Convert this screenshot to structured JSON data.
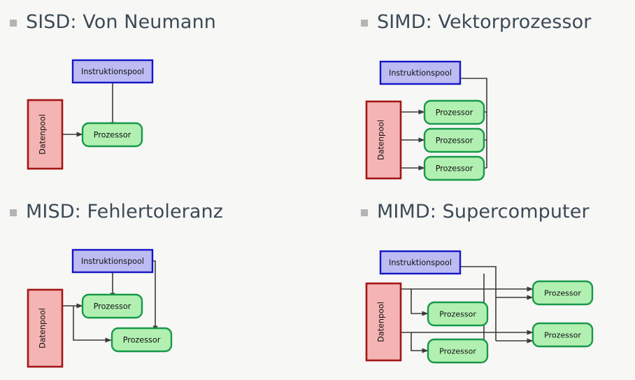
{
  "slide": {
    "background_color": "#f7f7f5",
    "bullet_color": "#b4b4b4",
    "heading_color": "#3c4a57"
  },
  "palette": {
    "instruction_fill": "#bcbcf2",
    "instruction_stroke": "#1515c8",
    "processor_fill": "#b2f0b2",
    "processor_stroke": "#17994a",
    "data_fill": "#f5b4b4",
    "data_stroke": "#a51515",
    "arrow_color": "#3a3a3a"
  },
  "labels": {
    "instruction_pool": "Instruktionspool",
    "processor": "Prozessor",
    "data_pool": "Datenpool"
  },
  "quadrants": [
    {
      "id": "sisd",
      "heading": "SISD: Von Neumann",
      "instruction_pools": 1,
      "data_pools": 1,
      "processors": 1,
      "processor_labels": [
        "Prozessor"
      ],
      "instruction_pool_labels": [
        "Instruktionspool"
      ],
      "data_pool_labels": [
        "Datenpool"
      ]
    },
    {
      "id": "simd",
      "heading": "SIMD: Vektorprozessor",
      "instruction_pools": 1,
      "data_pools": 1,
      "processors": 3,
      "processor_labels": [
        "Prozessor",
        "Prozessor",
        "Prozessor"
      ],
      "instruction_pool_labels": [
        "Instruktionspool"
      ],
      "data_pool_labels": [
        "Datenpool"
      ]
    },
    {
      "id": "misd",
      "heading": "MISD: Fehlertoleranz",
      "instruction_pools": 1,
      "data_pools": 1,
      "processors": 2,
      "processor_labels": [
        "Prozessor",
        "Prozessor"
      ],
      "instruction_pool_labels": [
        "Instruktionspool"
      ],
      "data_pool_labels": [
        "Datenpool"
      ]
    },
    {
      "id": "mimd",
      "heading": "MIMD: Supercomputer",
      "instruction_pools": 1,
      "data_pools": 1,
      "processors": 4,
      "processor_labels": [
        "Prozessor",
        "Prozessor",
        "Prozessor",
        "Prozessor"
      ],
      "instruction_pool_labels": [
        "Instruktionspool"
      ],
      "data_pool_labels": [
        "Datenpool"
      ]
    }
  ]
}
